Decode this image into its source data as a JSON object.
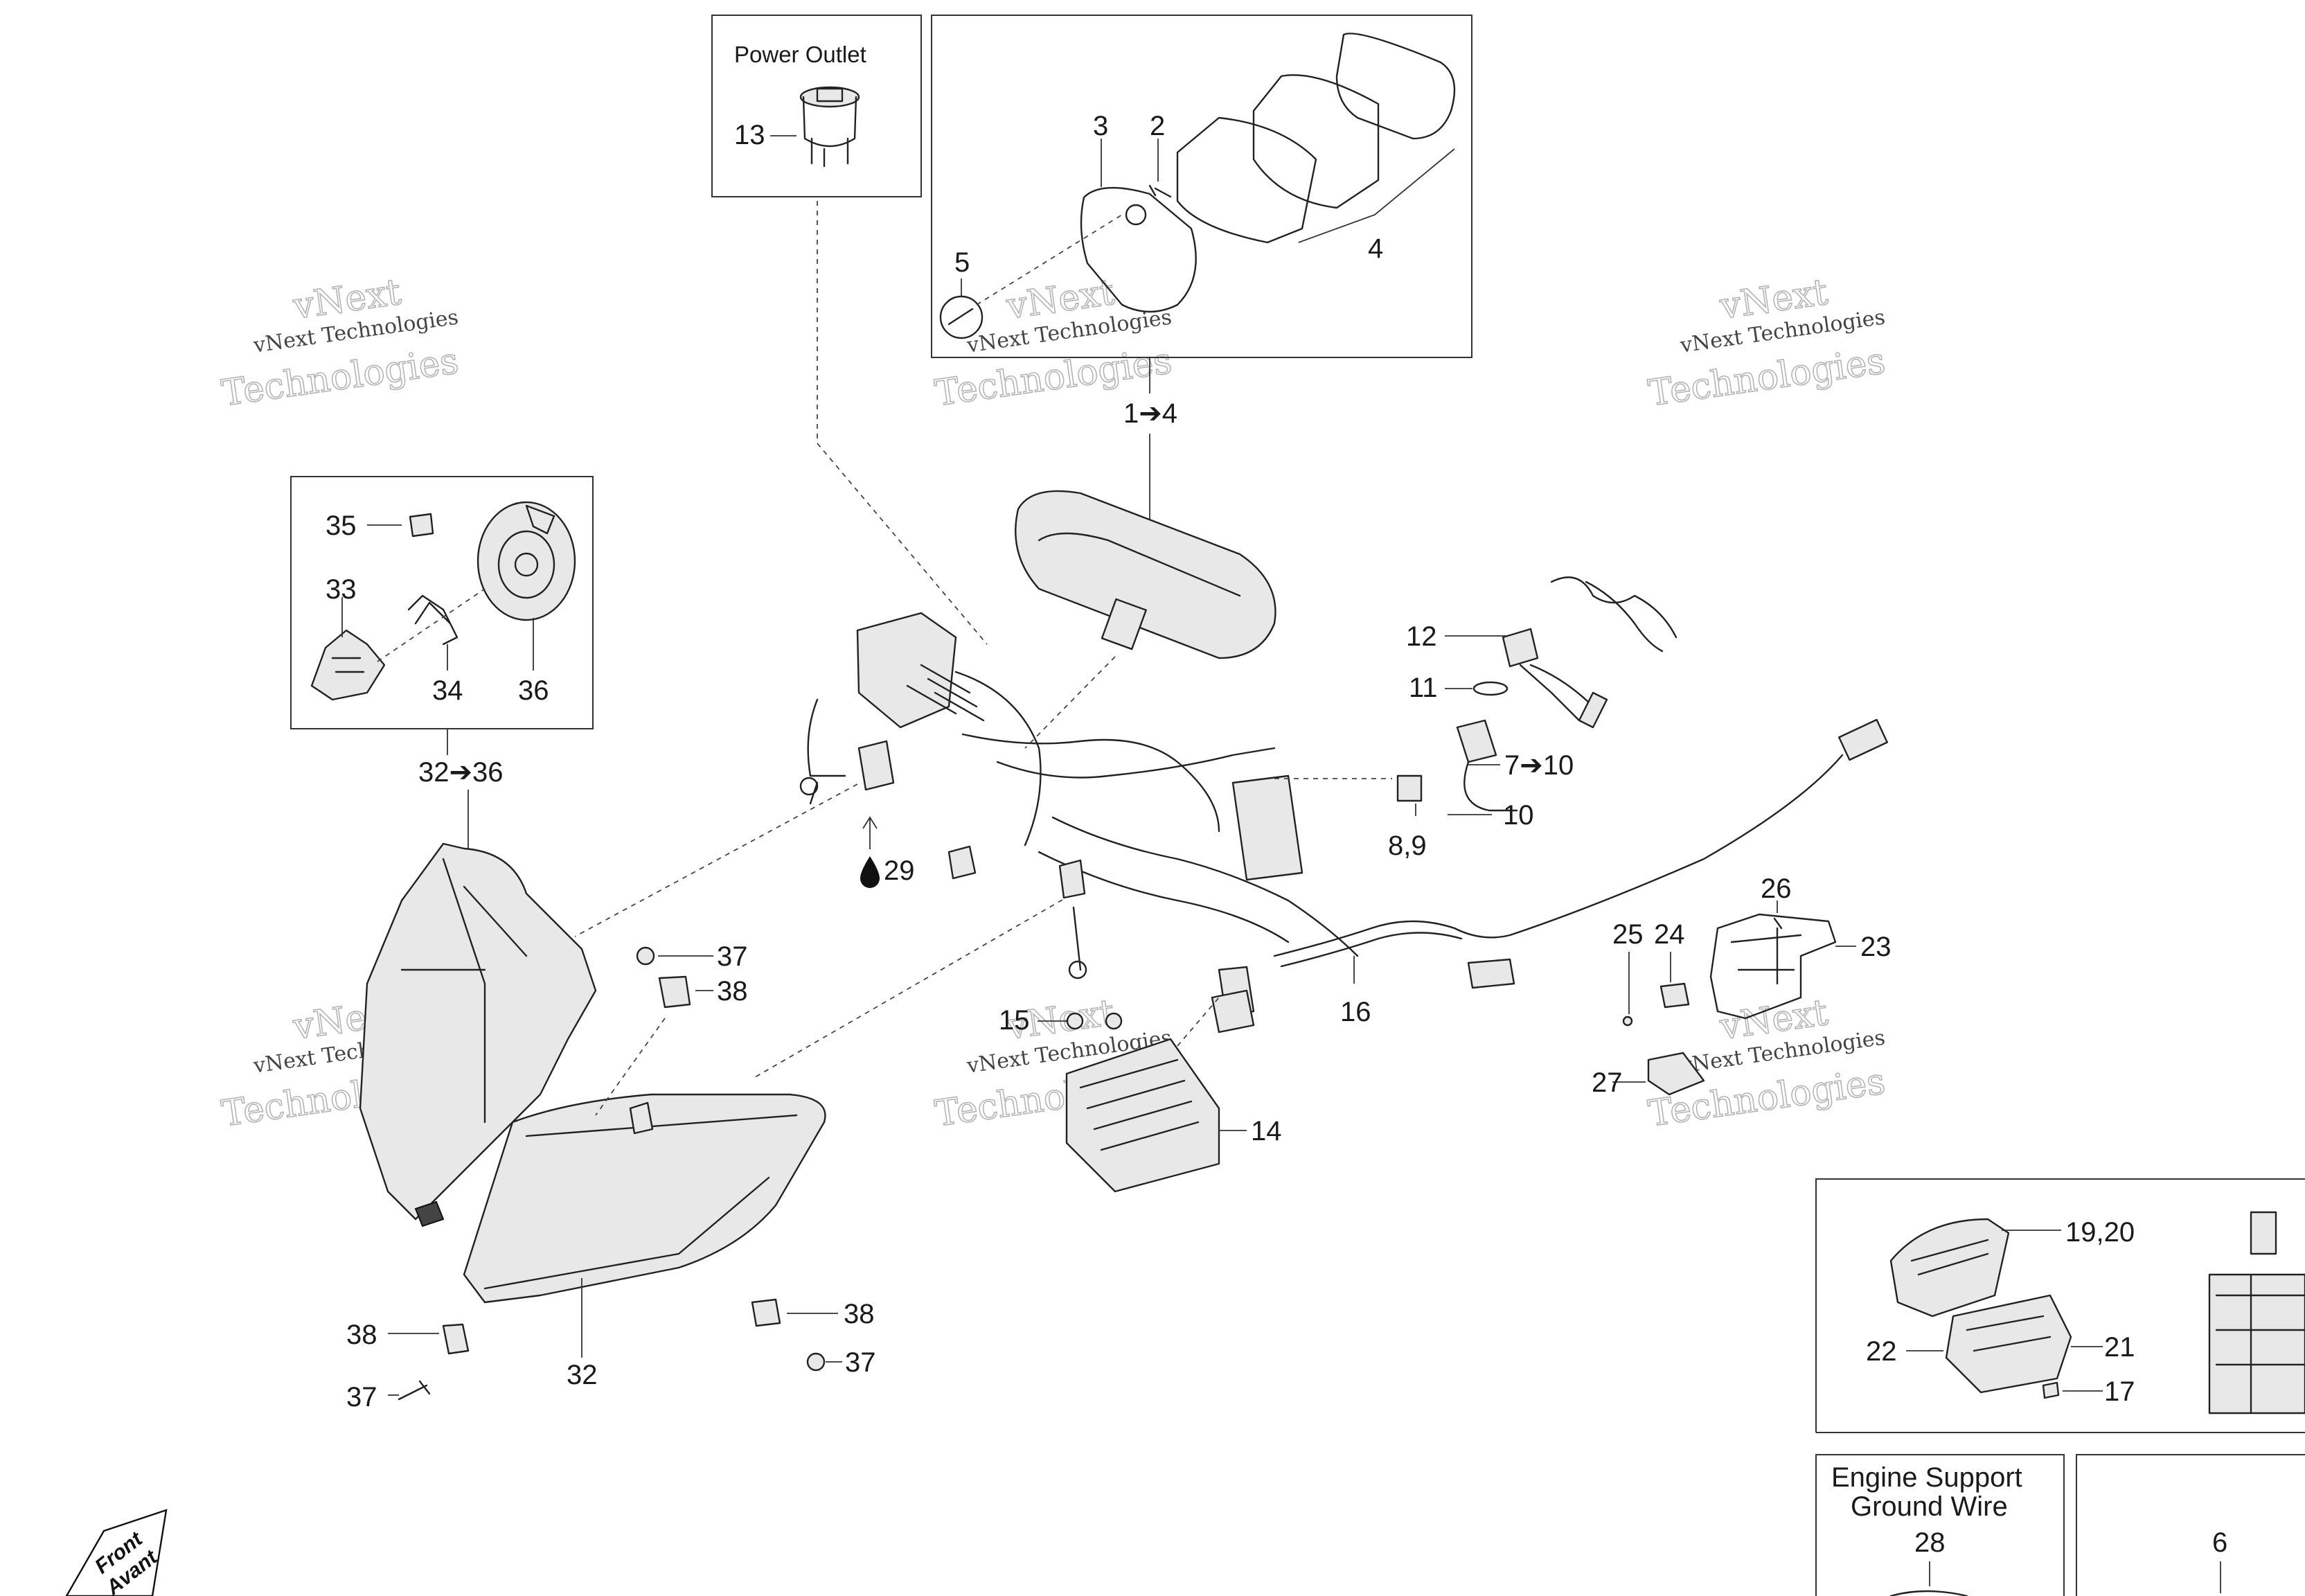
{
  "boxes": {
    "power_outlet_title": "Power Outlet",
    "engine_support_title": "Engine Support Ground Wire",
    "engine_support_line1": "Engine Support",
    "engine_support_line2": "Ground Wire"
  },
  "watermark": {
    "line1": "vNext Technologies",
    "line2": "vNext",
    "line3": "Technologies"
  },
  "front_marker": {
    "line1": "Front",
    "line2": "Avant"
  },
  "callouts": {
    "c1_4": "1➔4",
    "c2": "2",
    "c3": "3",
    "c4": "4",
    "c5": "5",
    "c6": "6",
    "c7_10": "7➔10",
    "c8_9": "8,9",
    "c10": "10",
    "c11": "11",
    "c12": "12",
    "c13": "13",
    "c14": "14",
    "c15": "15",
    "c16": "16",
    "c17": "17",
    "c19_20": "19,20",
    "c21": "21",
    "c22": "22",
    "c23": "23",
    "c24": "24",
    "c25": "25",
    "c26": "26",
    "c27": "27",
    "c28": "28",
    "c29": "29",
    "c32": "32",
    "c32_36": "32➔36",
    "c33": "33",
    "c34": "34",
    "c35": "35",
    "c36": "36",
    "c37a": "37",
    "c37b": "37",
    "c37c": "37",
    "c38a": "38",
    "c38b": "38",
    "c38c": "38"
  },
  "icons": {
    "grease": "grease-drop-icon",
    "arrow": "arrow-right-icon"
  }
}
